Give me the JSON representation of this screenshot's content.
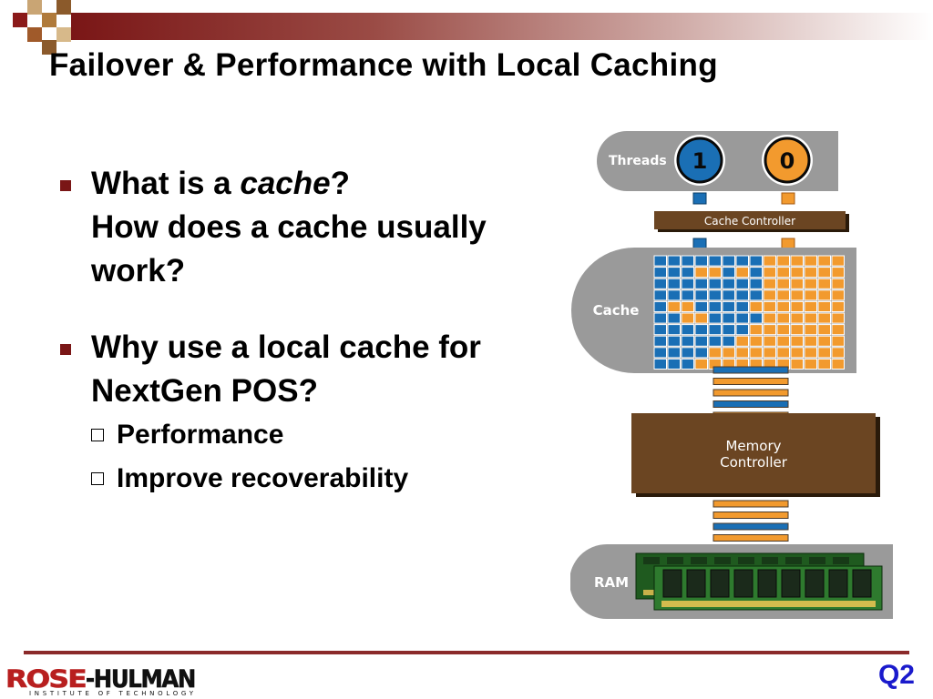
{
  "slide": {
    "title": "Failover & Performance with Local Caching",
    "slide_tag": "Q2"
  },
  "bullets": [
    {
      "line1_prefix": "What is a ",
      "line1_em": "cache",
      "line1_suffix": "?",
      "line2": "How does a cache usually",
      "line3": "work?"
    },
    {
      "line1": "Why use a local cache for",
      "line2": "NextGen POS?"
    }
  ],
  "sub_bullets": [
    "Performance",
    "Improve recoverability"
  ],
  "diagram": {
    "threads_label": "Threads",
    "thread_1": "1",
    "thread_0": "0",
    "cache_controller_label": "Cache Controller",
    "cache_label": "Cache",
    "memory_controller_line1": "Memory",
    "memory_controller_line2": "Controller",
    "ram_label": "RAM"
  },
  "logo": {
    "name_part1": "ROSE",
    "name_part2": "-HULMAN",
    "subtitle": "INSTITUTE   OF   TECHNOLOGY"
  },
  "colors": {
    "accent_red": "#7a1616",
    "thread_blue": "#1a6fb5",
    "thread_orange": "#f29a2e",
    "controller_brown": "#5b3a1a",
    "panel_gray": "#9a9a9a"
  }
}
